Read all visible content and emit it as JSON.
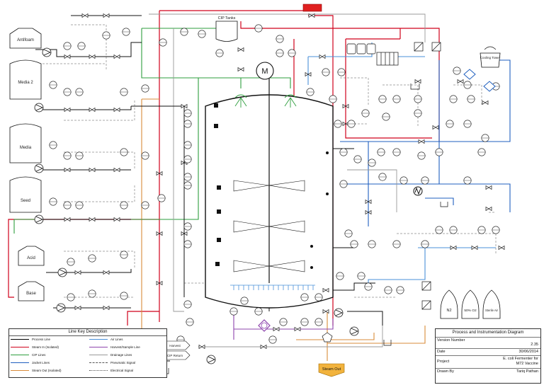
{
  "title_block": {
    "heading": "Process and Instrumentation Diagram",
    "rows": [
      {
        "label": "Version Number",
        "value": "2.35"
      },
      {
        "label": "Date",
        "value": "30/06/2014"
      },
      {
        "label": "Project",
        "value": "E. coli Fermenter for M72 Vaccine"
      },
      {
        "label": "Drawn By",
        "value": "Tariq Pathan"
      }
    ]
  },
  "legend": {
    "title": "Line Key Description",
    "items": [
      {
        "label": "Process Line",
        "color": "#000000",
        "style": "solid"
      },
      {
        "label": "Air Lines",
        "color": "#4a90d9",
        "style": "solid"
      },
      {
        "label": "Steam In (Isolated)",
        "color": "#d0021b",
        "style": "solid"
      },
      {
        "label": "Harvest/Sample Line",
        "color": "#8e44ad",
        "style": "solid"
      },
      {
        "label": "CIP Lines",
        "color": "#2e9e3e",
        "style": "solid"
      },
      {
        "label": "Drainage Lines",
        "color": "#999999",
        "style": "solid"
      },
      {
        "label": "Jacket Lines",
        "color": "#1f5fbf",
        "style": "solid"
      },
      {
        "label": "Pneumatic Signal",
        "color": "#555555",
        "style": "dashed"
      },
      {
        "label": "Steam Out (Isolated)",
        "color": "#d98b3a",
        "style": "solid"
      },
      {
        "label": "Electrical Signal",
        "color": "#555555",
        "style": "dotted"
      }
    ]
  },
  "tanks": [
    {
      "id": "antifoam",
      "label": "Antifoam"
    },
    {
      "id": "media2",
      "label": "Media 2"
    },
    {
      "id": "media",
      "label": "Media"
    },
    {
      "id": "seed",
      "label": "Seed"
    },
    {
      "id": "acid",
      "label": "Acid"
    },
    {
      "id": "base",
      "label": "Base"
    }
  ],
  "cip_tank": {
    "label": "CIP Tanks"
  },
  "motor": {
    "label": "M"
  },
  "cooling_tower": {
    "label": "Cooling Tower"
  },
  "gas_cylinders": [
    {
      "label": "N2"
    },
    {
      "label": "50% O2"
    },
    {
      "label": "Sterile Air"
    }
  ],
  "bottom_labels": {
    "steam_out": "Steam Out",
    "harvest": "Harvest",
    "cip_return": "CIP Return"
  },
  "colors": {
    "steam_in": "#d0021b",
    "steam_out": "#d98b3a",
    "cip": "#2e9e3e",
    "jacket": "#1f5fbf",
    "air": "#4a90d9",
    "harvest": "#8e44ad",
    "drain": "#999999",
    "process": "#000000",
    "steam_box": "#e02020",
    "steam_out_box": "#f2b33d"
  }
}
